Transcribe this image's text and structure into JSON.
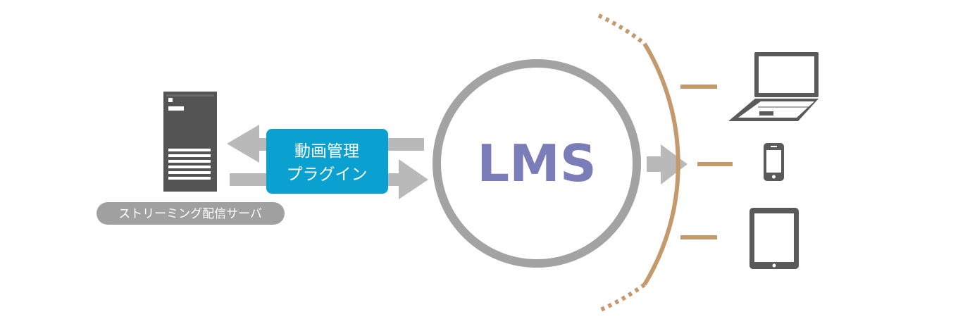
{
  "diagram": {
    "center": {
      "label": "LMS"
    },
    "plugin": {
      "line1": "動画管理",
      "line2": "プラグイン"
    },
    "server": {
      "label": "ストリーミング配信サーバ"
    },
    "devices": [
      "laptop-icon",
      "smartphone-icon",
      "tablet-icon"
    ],
    "colors": {
      "arrow": "#b9b9b9",
      "circle": "#a3a3a3",
      "lms_text": "#7a7db8",
      "plugin_bg": "#0aa0cf",
      "plugin_text": "#ffffff",
      "server_body": "#545454",
      "server_label_bg": "#a0a0a0",
      "arc": "#c49a6c",
      "device": "#5a5a5a"
    }
  }
}
